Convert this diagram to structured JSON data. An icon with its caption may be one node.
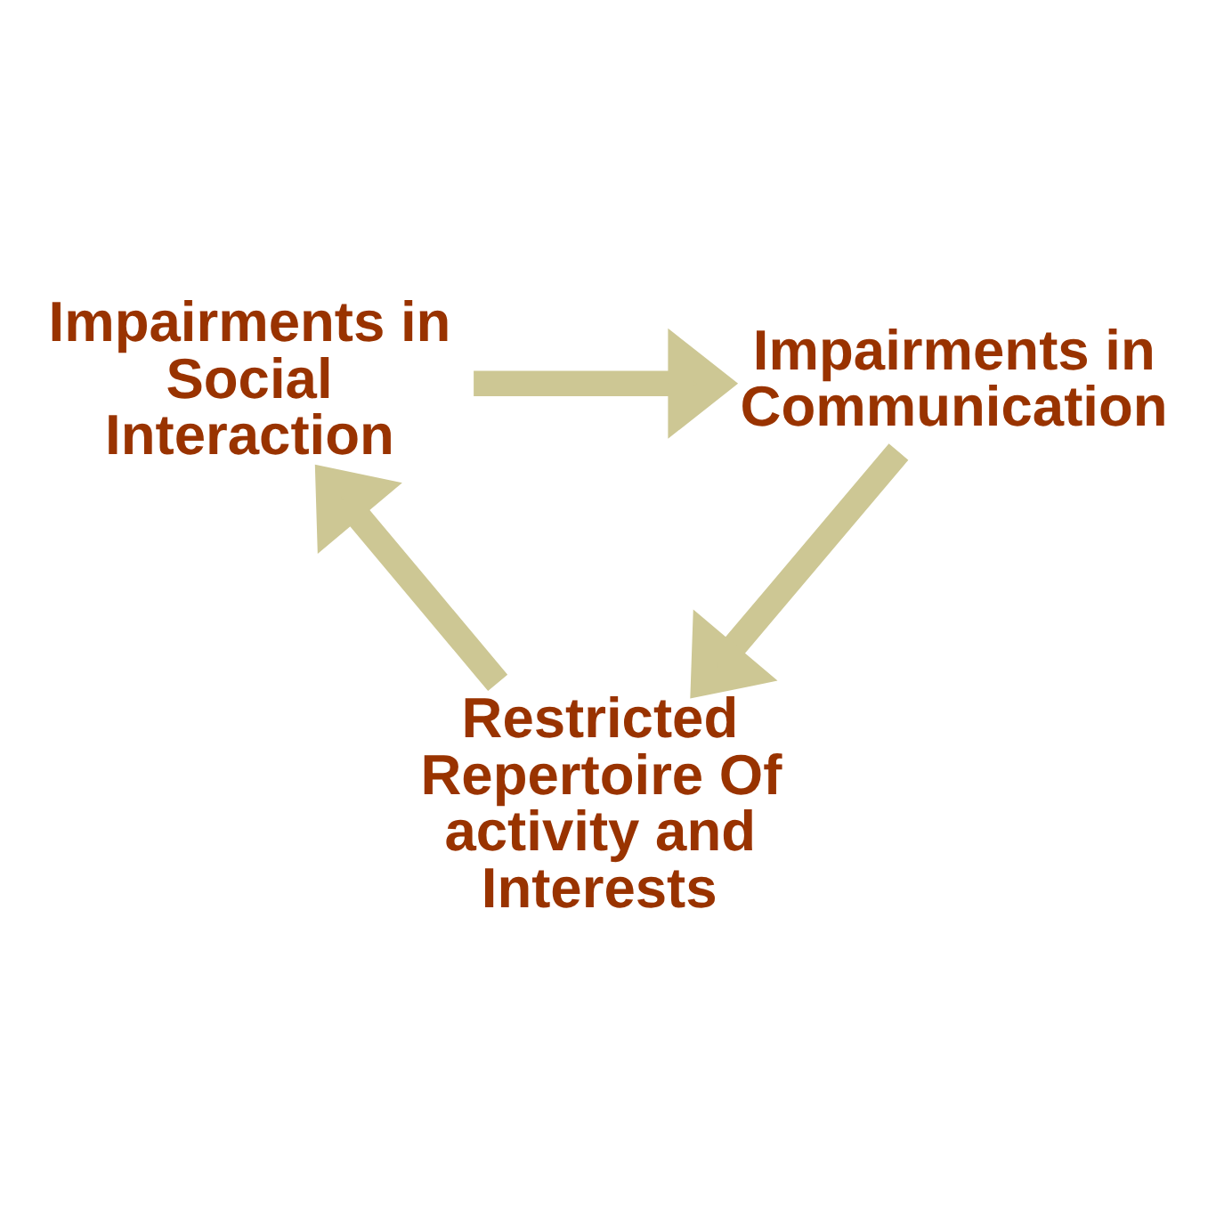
{
  "diagram": {
    "nodes": [
      {
        "text": [
          "Impairments in Social Interaction"
        ]
      },
      {
        "text": [
          "Impairments in Communication"
        ]
      },
      {
        "text": [
          "Restricted Repertoire Of activity and Interests"
        ]
      }
    ],
    "edges": [
      {
        "from": 0,
        "to": 1,
        "arrow": "to"
      },
      {
        "from": 1,
        "to": 2,
        "arrow": "to"
      },
      {
        "from": 2,
        "to": 0,
        "arrow": "to"
      }
    ]
  }
}
